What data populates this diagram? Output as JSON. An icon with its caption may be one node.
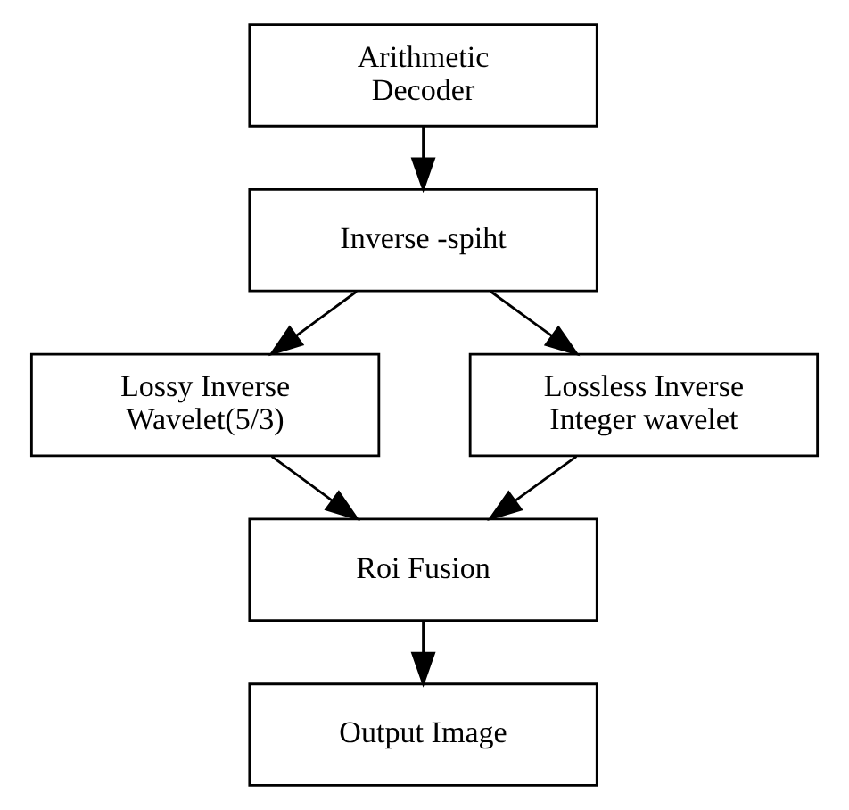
{
  "diagram": {
    "nodes": [
      {
        "text": [
          "Arithmetic Decoder"
        ]
      },
      {
        "text": [
          "Inverse -spiht"
        ]
      },
      {
        "text": [
          "Lossy Inverse Wavelet(5/3)"
        ]
      },
      {
        "text": [
          "Lossless Inverse Integer wavelet"
        ]
      },
      {
        "text": [
          "Roi Fusion"
        ]
      },
      {
        "text": [
          "Output Image"
        ]
      }
    ],
    "edges": [
      {
        "from": 0,
        "to": 1,
        "arrow": "to"
      },
      {
        "from": 1,
        "to": 2,
        "arrow": "to"
      },
      {
        "from": 1,
        "to": 3,
        "arrow": "to"
      },
      {
        "from": 2,
        "to": 4,
        "arrow": "to"
      },
      {
        "from": 3,
        "to": 4,
        "arrow": "to"
      },
      {
        "from": 4,
        "to": 5,
        "arrow": "to"
      }
    ]
  }
}
